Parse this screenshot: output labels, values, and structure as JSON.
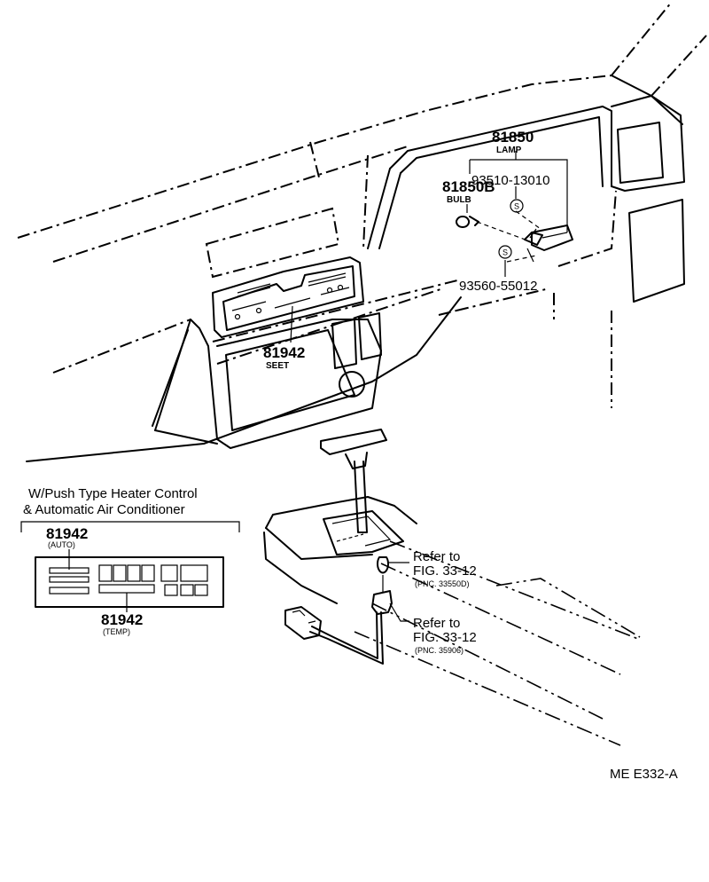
{
  "parts": {
    "lamp": {
      "number": "81850",
      "name": "LAMP"
    },
    "lamp_screw": {
      "number": "93510-13010"
    },
    "bulb": {
      "number": "81850B",
      "name": "BULB"
    },
    "bulb_screw": {
      "number": "93560-55012"
    },
    "sheet": {
      "number": "81942",
      "name": "SEET"
    }
  },
  "inset": {
    "title_line1": "W/Push Type Heater Control",
    "title_line2": "& Automatic Air Conditioner",
    "auto": {
      "number": "81942",
      "name": "(AUTO)"
    },
    "temp": {
      "number": "81942",
      "name": "(TEMP)"
    }
  },
  "references": [
    {
      "line1": "Refer to",
      "line2": "FIG. 33-12",
      "pnc": "(PNC. 33550D)"
    },
    {
      "line1": "Refer to",
      "line2": "FIG. 33-12",
      "pnc": "(PNC. 35906)"
    }
  ],
  "screw_symbol": "S",
  "figure_code": "ME E332-A"
}
